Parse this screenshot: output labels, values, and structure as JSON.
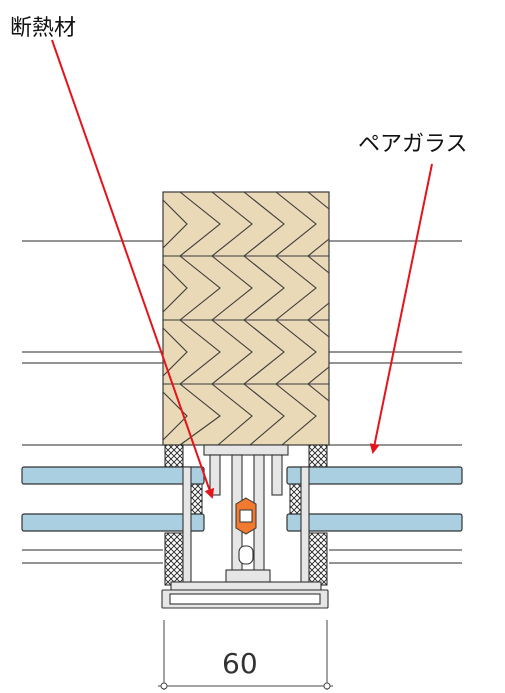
{
  "labels": {
    "insulation": "断熱材",
    "pair_glass": "ペアガラス",
    "dimension": "60"
  },
  "colors": {
    "wood": "#ead9b7",
    "wood_line": "#3a3a3a",
    "glass": "#a9cfe0",
    "arrow": "#e3141c",
    "insulation_core": "#f07a2e",
    "frame": "#e6e6e6"
  },
  "icons": {
    "leader": "arrow-icon",
    "insulation_fill": "cross-hatch-pattern"
  }
}
